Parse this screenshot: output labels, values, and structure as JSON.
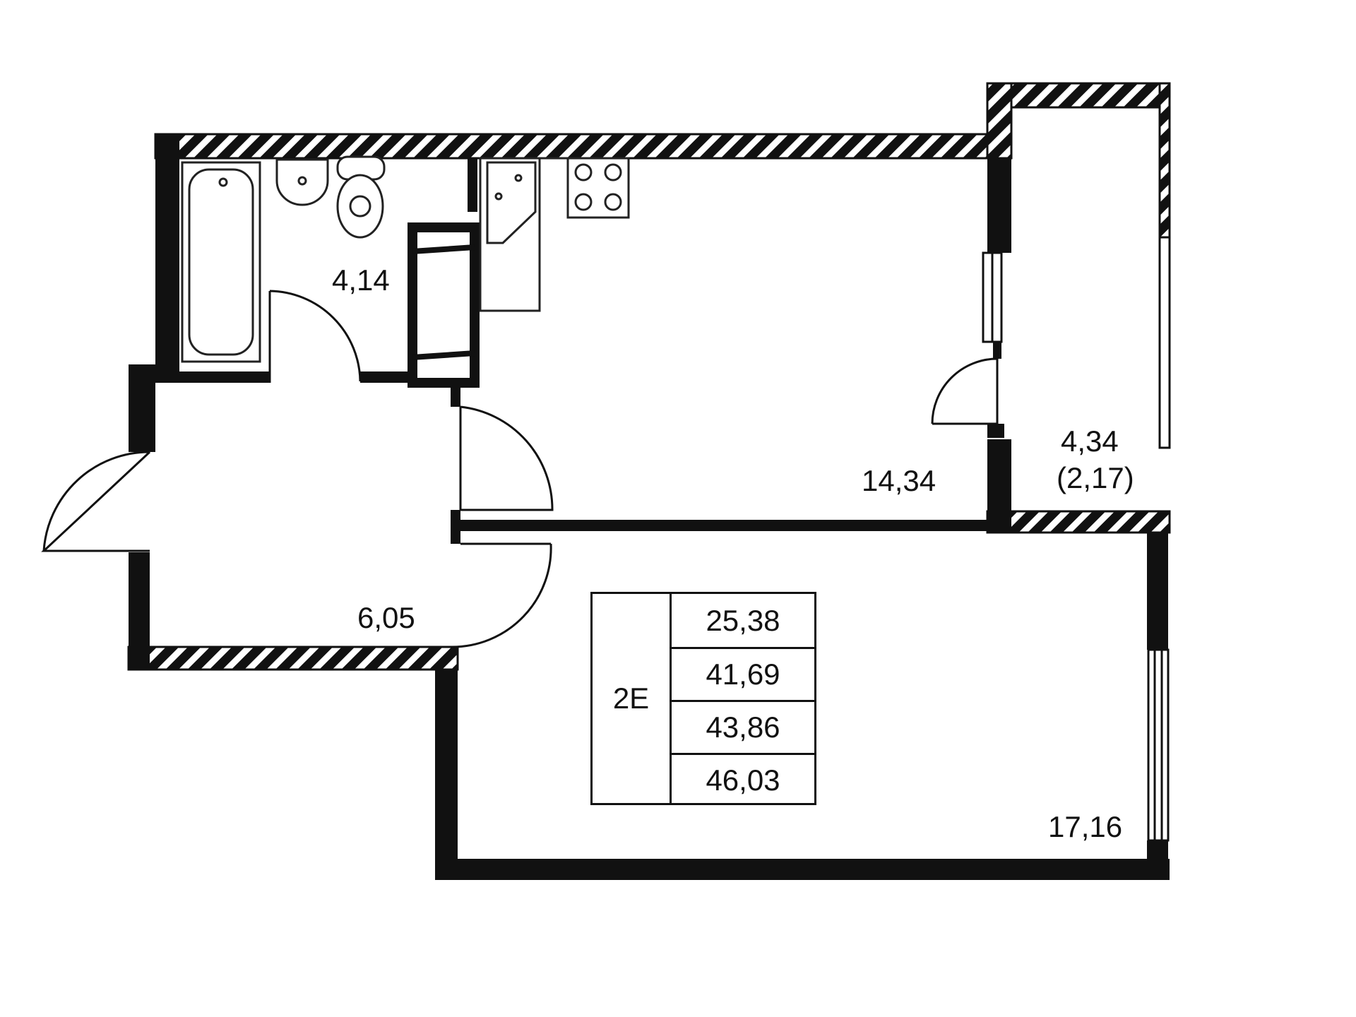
{
  "plan": {
    "apartment_type": "2E",
    "areas": [
      "25,38",
      "41,69",
      "43,86",
      "46,03"
    ],
    "rooms": {
      "bathroom": "4,14",
      "kitchen_living": "14,34",
      "balcony": "4,34",
      "balcony_reduced": "(2,17)",
      "hallway": "6,05",
      "bedroom": "17,16"
    },
    "colors": {
      "wall": "#111111",
      "background": "#ffffff",
      "line": "#222222"
    }
  }
}
